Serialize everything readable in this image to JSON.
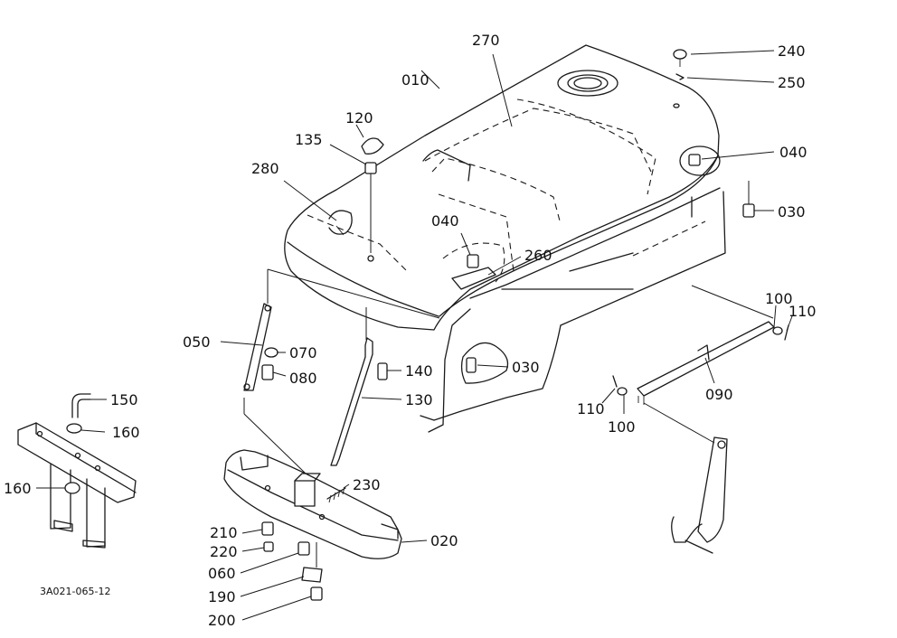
{
  "labels": {
    "p010": "010",
    "p270": "270",
    "p240": "240",
    "p250": "250",
    "p120": "120",
    "p135": "135",
    "p280": "280",
    "p040a": "040",
    "p040b": "040",
    "p030a": "030",
    "p260": "260",
    "p100a": "100",
    "p110a": "110",
    "p050": "050",
    "p070": "070",
    "p080": "080",
    "p140": "140",
    "p030b": "030",
    "p130": "130",
    "p090": "090",
    "p110b": "110",
    "p100b": "100",
    "p150": "150",
    "p160a": "160",
    "p160b": "160",
    "p230": "230",
    "p210": "210",
    "p220": "220",
    "p020": "020",
    "p060": "060",
    "p190": "190",
    "p200": "200"
  },
  "drawing_code": "3A021-065-12"
}
